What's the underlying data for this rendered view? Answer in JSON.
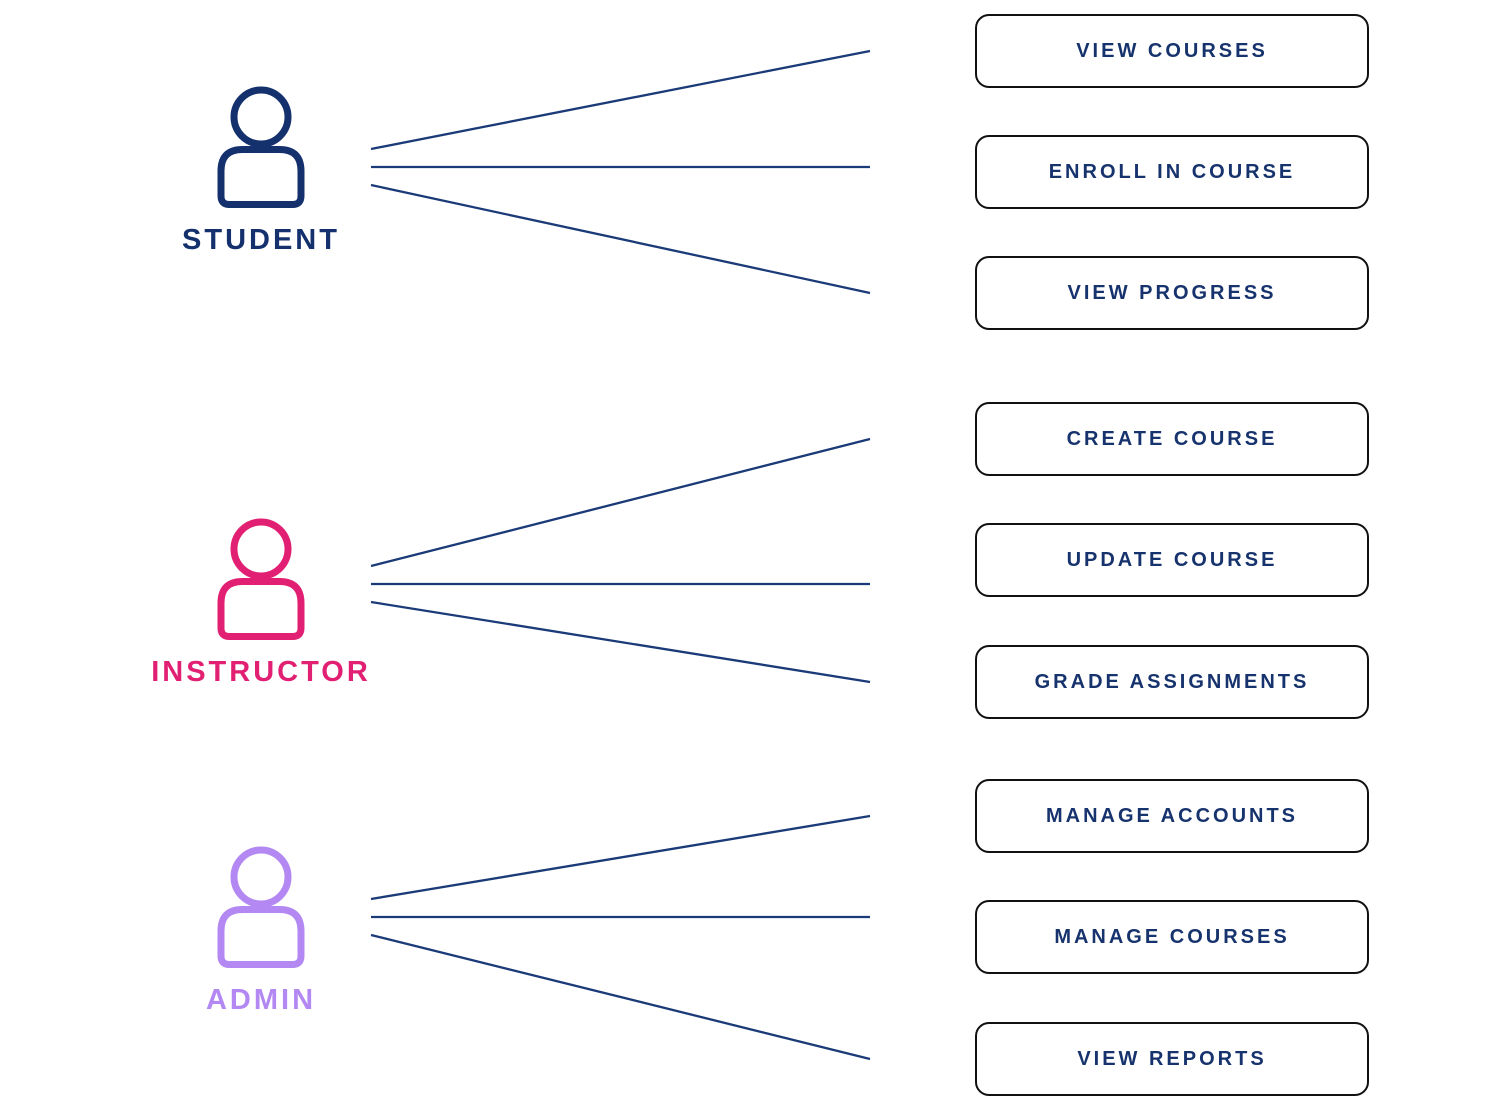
{
  "diagram": {
    "type": "use-case-diagram"
  },
  "colors": {
    "navy_text": "#17336d",
    "connector_line": "#1a3a78",
    "box_border": "#111111",
    "box_background": "#ffffff",
    "student": "#14316e",
    "instructor": "#e22073",
    "admin": "#b388f2"
  },
  "actors": [
    {
      "id": "student",
      "label": "STUDENT",
      "color": "#14316e",
      "icon": "person-icon"
    },
    {
      "id": "instructor",
      "label": "INSTRUCTOR",
      "color": "#e22073",
      "icon": "person-icon"
    },
    {
      "id": "admin",
      "label": "ADMIN",
      "color": "#b388f2",
      "icon": "person-icon"
    }
  ],
  "use_cases": [
    {
      "id": "view-courses",
      "label": "VIEW COURSES"
    },
    {
      "id": "enroll-in-course",
      "label": "ENROLL IN COURSE"
    },
    {
      "id": "view-progress",
      "label": "VIEW PROGRESS"
    },
    {
      "id": "create-course",
      "label": "CREATE COURSE"
    },
    {
      "id": "update-course",
      "label": "UPDATE COURSE"
    },
    {
      "id": "grade-assignments",
      "label": "GRADE ASSIGNMENTS"
    },
    {
      "id": "manage-accounts",
      "label": "MANAGE ACCOUNTS"
    },
    {
      "id": "manage-courses",
      "label": "MANAGE COURSES"
    },
    {
      "id": "view-reports",
      "label": "VIEW REPORTS"
    }
  ],
  "connections": [
    {
      "from": "student",
      "to": "view-courses"
    },
    {
      "from": "student",
      "to": "enroll-in-course"
    },
    {
      "from": "student",
      "to": "view-progress"
    },
    {
      "from": "instructor",
      "to": "create-course"
    },
    {
      "from": "instructor",
      "to": "update-course"
    },
    {
      "from": "instructor",
      "to": "grade-assignments"
    },
    {
      "from": "admin",
      "to": "manage-accounts"
    },
    {
      "from": "admin",
      "to": "manage-courses"
    },
    {
      "from": "admin",
      "to": "view-reports"
    }
  ]
}
